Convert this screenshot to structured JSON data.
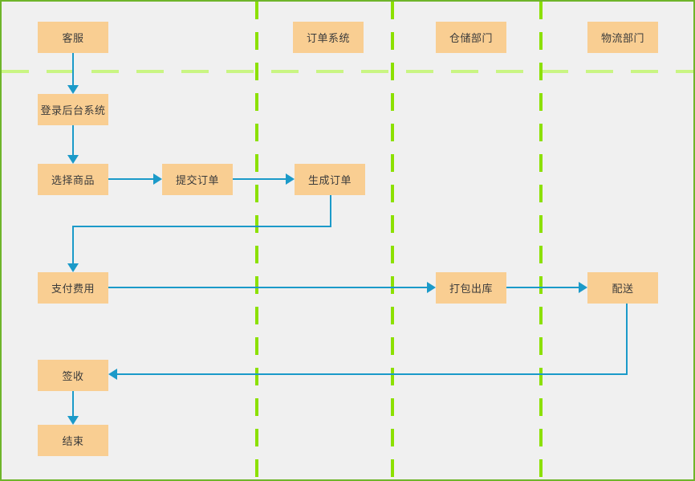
{
  "diagram": {
    "type": "cross-functional-flowchart",
    "title_visible": false,
    "colors": {
      "canvas_background": "#f0f0f0",
      "canvas_border": "#6fb52a",
      "lane_divider": "#8ce000",
      "header_divider": "#c9f583",
      "node_fill": "#f9ce92",
      "node_text": "#3b3b3b",
      "connector": "#1b9ac9"
    },
    "lanes": [
      {
        "id": "lane-customer-service",
        "label": "客服"
      },
      {
        "id": "lane-order-system",
        "label": "订单系统"
      },
      {
        "id": "lane-warehouse",
        "label": "仓储部门"
      },
      {
        "id": "lane-logistics",
        "label": "物流部门"
      }
    ],
    "nodes": [
      {
        "id": "node-login",
        "label": "登录后台系统",
        "lane": "lane-customer-service"
      },
      {
        "id": "node-select-goods",
        "label": "选择商品",
        "lane": "lane-customer-service"
      },
      {
        "id": "node-submit-order",
        "label": "提交订单",
        "lane": "lane-customer-service"
      },
      {
        "id": "node-create-order",
        "label": "生成订单",
        "lane": "lane-order-system"
      },
      {
        "id": "node-pay-fee",
        "label": "支付费用",
        "lane": "lane-customer-service"
      },
      {
        "id": "node-pack-ship",
        "label": "打包出库",
        "lane": "lane-warehouse"
      },
      {
        "id": "node-delivery",
        "label": "配送",
        "lane": "lane-logistics"
      },
      {
        "id": "node-receive",
        "label": "签收",
        "lane": "lane-customer-service"
      },
      {
        "id": "node-end",
        "label": "结束",
        "lane": "lane-customer-service"
      }
    ],
    "edges": [
      {
        "from": "lane-customer-service",
        "to": "node-login"
      },
      {
        "from": "node-login",
        "to": "node-select-goods"
      },
      {
        "from": "node-select-goods",
        "to": "node-submit-order"
      },
      {
        "from": "node-submit-order",
        "to": "node-create-order"
      },
      {
        "from": "node-create-order",
        "to": "node-pay-fee"
      },
      {
        "from": "node-pay-fee",
        "to": "node-pack-ship"
      },
      {
        "from": "node-pack-ship",
        "to": "node-delivery"
      },
      {
        "from": "node-delivery",
        "to": "node-receive"
      },
      {
        "from": "node-receive",
        "to": "node-end"
      }
    ]
  }
}
